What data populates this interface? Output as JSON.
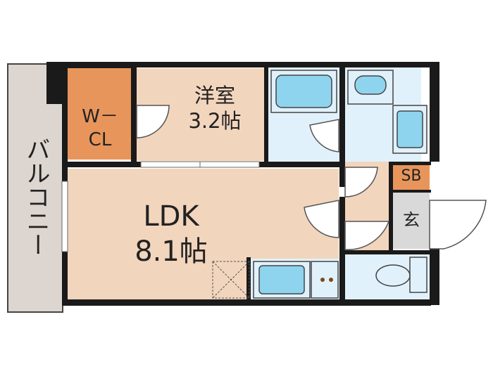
{
  "rooms": {
    "balcony": {
      "label": "バルコニー"
    },
    "walk_in_closet": {
      "label": "W－\nCL"
    },
    "western_room": {
      "label": "洋室\n3.2帖"
    },
    "ldk": {
      "label": "LDK\n8.1帖"
    },
    "shoe_box": {
      "label": "SB"
    },
    "entrance": {
      "label": "玄"
    }
  },
  "colors": {
    "wall": "#1a1a1a",
    "room_floor": "#f2d5bd",
    "closet": "#e8955b",
    "wet_area": "#e1f1fb",
    "fixture": "#8fd4ef",
    "balcony": "#ddd6d0",
    "entrance": "#d9d9d9"
  }
}
